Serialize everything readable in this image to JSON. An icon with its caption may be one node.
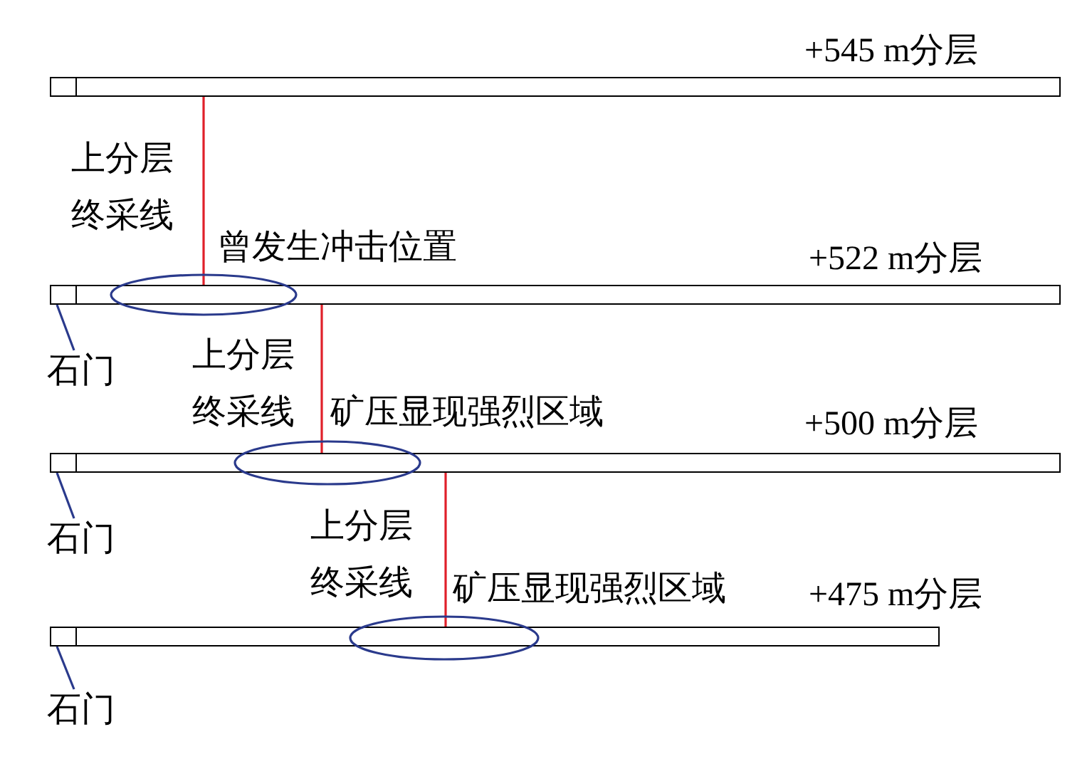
{
  "diagram": {
    "nodes": [
      {
        "text": [
          "+545 m分层"
        ]
      },
      {
        "text": [],
        "shape": "box",
        "in": 0
      },
      {
        "text": [
          "+522 m分层"
        ]
      },
      {
        "text": [],
        "shape": "box",
        "in": 2
      },
      {
        "text": [
          "曾发生冲击位置"
        ]
      },
      {
        "text": [
          "石门"
        ]
      },
      {
        "text": [
          "+500 m分层"
        ]
      },
      {
        "text": [],
        "shape": "box",
        "in": 6
      },
      {
        "text": [
          "矿压显现强烈区域"
        ]
      },
      {
        "text": [
          "石门"
        ]
      },
      {
        "text": [
          "+475 m分层"
        ]
      },
      {
        "text": [],
        "shape": "box",
        "in": 10
      },
      {
        "text": [
          "矿压显现强烈区域"
        ]
      },
      {
        "text": [
          "石门"
        ]
      }
    ],
    "edges": [
      {
        "from": 0,
        "to": 2,
        "arrow": "none",
        "label": "上分层终采线",
        "color": "#e0202a"
      },
      {
        "from": 2,
        "to": 6,
        "arrow": "none",
        "label": "上分层终采线",
        "color": "#e0202a"
      },
      {
        "from": 6,
        "to": 10,
        "arrow": "none",
        "label": "上分层终采线",
        "color": "#e0202a"
      },
      {
        "from": 5,
        "to": 3,
        "arrow": "none",
        "color": "#2a3a8c"
      },
      {
        "from": 9,
        "to": 7,
        "arrow": "none",
        "color": "#2a3a8c"
      },
      {
        "from": 13,
        "to": 11,
        "arrow": "none",
        "color": "#2a3a8c"
      }
    ]
  }
}
